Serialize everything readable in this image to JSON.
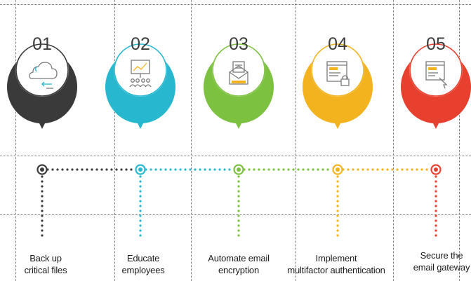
{
  "steps": [
    {
      "number": "01",
      "label": "Back up\ncritical files",
      "color": "#3a3a3a",
      "icon": "cloud-backup-icon"
    },
    {
      "number": "02",
      "label": "Educate\nemployees",
      "color": "#27b8d0",
      "icon": "presentation-board-icon"
    },
    {
      "number": "03",
      "label": "Automate email\nencryption",
      "color": "#7cc140",
      "icon": "email-envelope-icon"
    },
    {
      "number": "04",
      "label": "Implement\nmultifactor authentication",
      "color": "#f2b31e",
      "icon": "secure-browser-lock-icon"
    },
    {
      "number": "05",
      "label": "Secure the\nemail gateway",
      "color": "#e8402f",
      "icon": "email-gateway-window-icon"
    }
  ]
}
